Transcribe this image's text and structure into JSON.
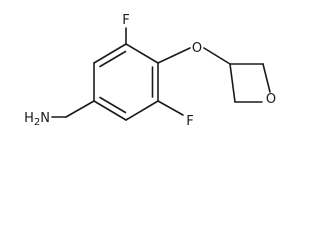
{
  "molecule": {
    "atoms": {
      "fluorine_top": "F",
      "oxygen_ether": "O",
      "oxygen_ring": "O",
      "fluorine_bottom": "F",
      "amine": "H2N"
    }
  }
}
